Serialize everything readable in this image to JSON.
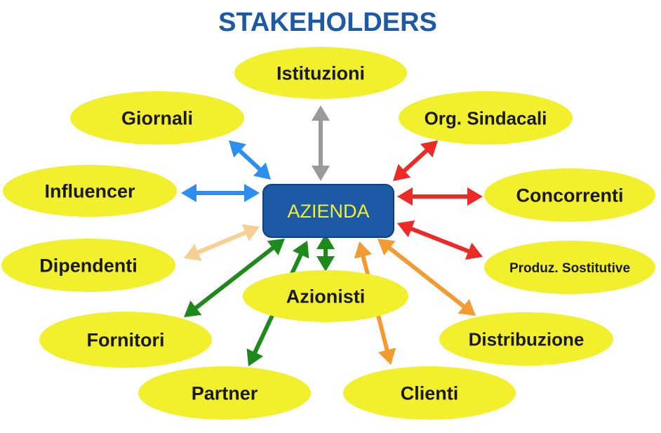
{
  "title": "STAKEHOLDERS",
  "center": {
    "label": "AZIENDA",
    "color": "#1d5aa5",
    "text_color": "#f2ef2d"
  },
  "node_color": "#f2ef2d",
  "arrow_colors": {
    "blue": "#2b8ef0",
    "gray": "#9a9a9a",
    "red": "#ec2a26",
    "peach": "#f8cf92",
    "green": "#1f8a1c",
    "orange": "#f39a31"
  },
  "stakeholders": [
    {
      "id": "istituzioni",
      "label": "Istituzioni",
      "arrow_color": "gray"
    },
    {
      "id": "giornali",
      "label": "Giornali",
      "arrow_color": "blue"
    },
    {
      "id": "org-sindacali",
      "label": "Org. Sindacali",
      "arrow_color": "red"
    },
    {
      "id": "influencer",
      "label": "Influencer",
      "arrow_color": "blue"
    },
    {
      "id": "concorrenti",
      "label": "Concorrenti",
      "arrow_color": "red"
    },
    {
      "id": "dipendenti",
      "label": "Dipendenti",
      "arrow_color": "peach"
    },
    {
      "id": "produz-sostitutive",
      "label": "Produz. Sostitutive",
      "arrow_color": "red"
    },
    {
      "id": "azionisti",
      "label": "Azionisti",
      "arrow_color": "green"
    },
    {
      "id": "fornitori",
      "label": "Fornitori",
      "arrow_color": "green"
    },
    {
      "id": "distribuzione",
      "label": "Distribuzione",
      "arrow_color": "orange"
    },
    {
      "id": "partner",
      "label": "Partner",
      "arrow_color": "green"
    },
    {
      "id": "clienti",
      "label": "Clienti",
      "arrow_color": "orange"
    }
  ]
}
